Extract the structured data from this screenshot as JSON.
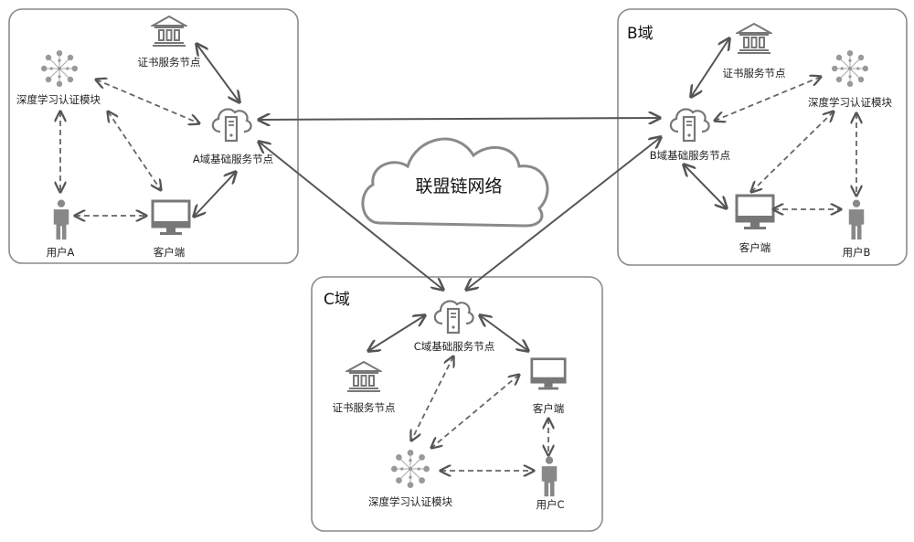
{
  "network": {
    "label": "联盟链网络"
  },
  "domains": {
    "a": {
      "title": "",
      "base_node": "A域基础服务节点",
      "cert_node": "证书服务节点",
      "dl_module": "深度学习认证模块",
      "client": "客户端",
      "user": "用户A"
    },
    "b": {
      "title": "B域",
      "base_node": "B域基础服务节点",
      "cert_node": "证书服务节点",
      "dl_module": "深度学习认证模块",
      "client": "客户端",
      "user": "用户B"
    },
    "c": {
      "title": "C域",
      "base_node": "C域基础服务节点",
      "cert_node": "证书服务节点",
      "dl_module": "深度学习认证模块",
      "client": "客户端",
      "user": "用户C"
    }
  },
  "icons": {
    "base_node": "cloud-server-icon",
    "cert_node": "bank-building-icon",
    "dl_module": "neural-network-icon",
    "client": "monitor-icon",
    "user": "person-icon"
  },
  "colors": {
    "line": "#555555",
    "icon": "#888888",
    "border": "#8a8a8a"
  }
}
